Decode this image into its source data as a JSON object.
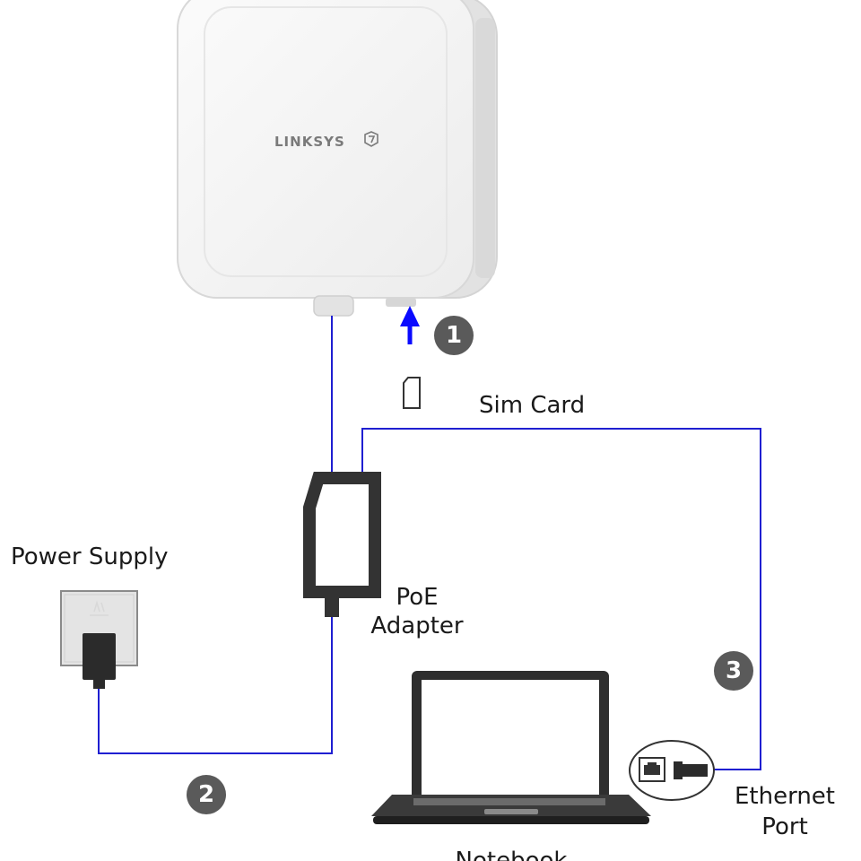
{
  "device": {
    "brand": "LINKSYS"
  },
  "labels": {
    "sim_card": "Sim Card",
    "power_supply": "Power Supply",
    "poe_adapter_line1": "PoE",
    "poe_adapter_line2": "Adapter",
    "ethernet_port_line1": "Ethernet",
    "ethernet_port_line2": "Port",
    "notebook": "Notebook"
  },
  "steps": {
    "step1": "1",
    "step2": "2",
    "step3": "3"
  },
  "colors": {
    "cable": "#1f1fd1",
    "arrow": "#0a0aff",
    "step_badge": "#5a5a5a",
    "device_body": "#f4f4f4",
    "adapter_outline": "#333333"
  },
  "icons": {
    "device": "router-device-icon",
    "sim": "sim-card-icon",
    "power": "power-outlet-icon",
    "adapter": "poe-adapter-icon",
    "laptop": "laptop-icon",
    "ethernet": "ethernet-port-icon"
  }
}
